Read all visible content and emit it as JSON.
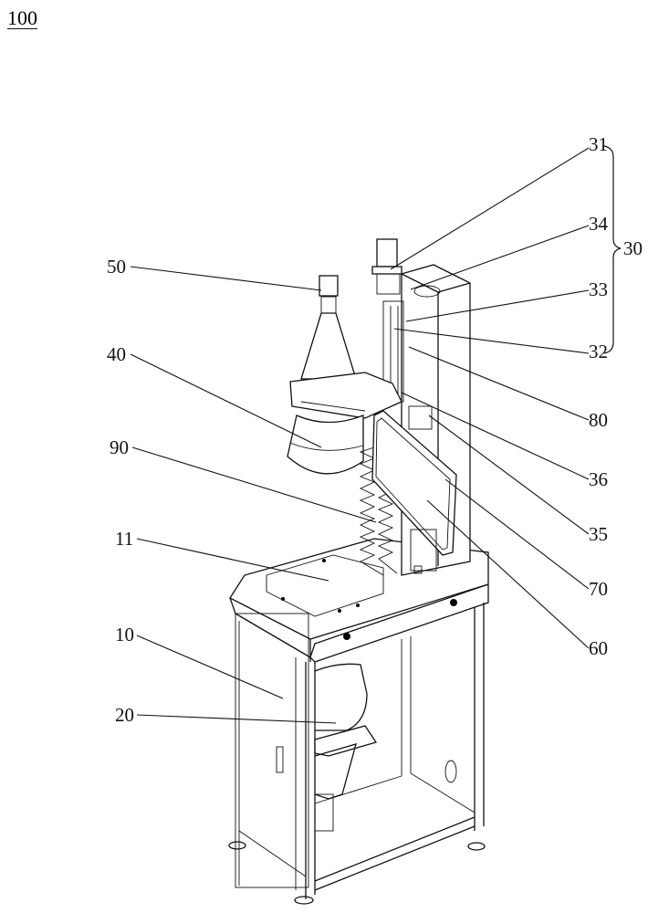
{
  "figure": {
    "number": "100",
    "description": "Perspective line drawing of inspection machine with reference numerals"
  },
  "labels": {
    "l31": "31",
    "l34": "34",
    "l30": "30",
    "l33": "33",
    "l32": "32",
    "l80": "80",
    "l36": "36",
    "l35": "35",
    "l70": "70",
    "l60": "60",
    "l50": "50",
    "l40": "40",
    "l90": "90",
    "l11": "11",
    "l10": "10",
    "l20": "20"
  },
  "group": {
    "brace_label": "30",
    "members": [
      "31",
      "34",
      "33",
      "32"
    ]
  }
}
